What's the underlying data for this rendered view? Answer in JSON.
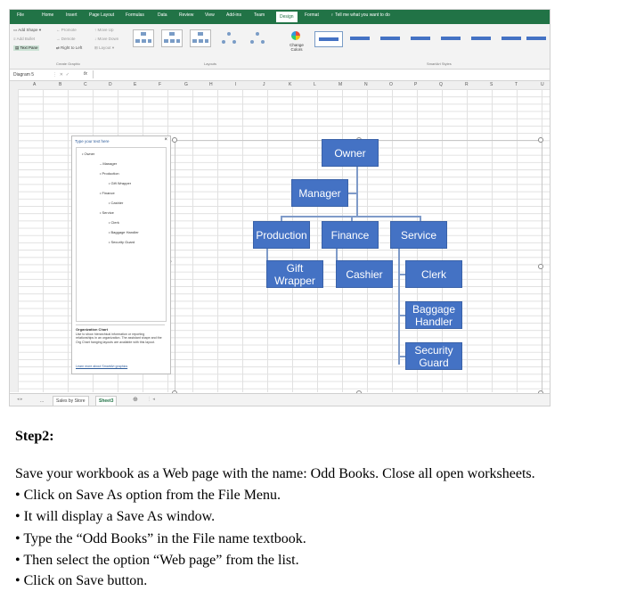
{
  "excel": {
    "ribbon_tabs": [
      "File",
      "Home",
      "Insert",
      "Page Layout",
      "Formulas",
      "Data",
      "Review",
      "View",
      "Add-ins",
      "Team",
      "Design",
      "Format"
    ],
    "tell_me": "Tell me what you want to do",
    "create_graphic": {
      "add_shape": "Add Shape",
      "add_bullet": "Add Bullet",
      "text_pane": "Text Pane",
      "promote": "Promote",
      "demote": "Demote",
      "right_to_left": "Right to Left",
      "move_up": "Move Up",
      "move_down": "Move Down",
      "layout": "Layout",
      "label": "Create Graphic"
    },
    "layouts_label": "Layouts",
    "change_colors": "Change Colors",
    "smartart_styles_label": "SmartArt Styles",
    "name_box": "Diagram 5",
    "fx": "fx",
    "columns": [
      "A",
      "B",
      "C",
      "D",
      "E",
      "F",
      "G",
      "H",
      "I",
      "J",
      "K",
      "L",
      "M",
      "N",
      "O",
      "P",
      "Q",
      "R",
      "S",
      "T",
      "U"
    ],
    "text_pane": {
      "title": "Type your text here",
      "close": "×",
      "items": [
        "Owner",
        "Manager",
        "Production",
        "Gift Wrapper",
        "Finance",
        "Cashier",
        "Service",
        "Clerk",
        "Baggage Handler",
        "Security Guard"
      ],
      "desc_title": "Organization Chart",
      "desc_body": "Use to show hierarchical information or reporting relationships in an organization. The assistant shape and the Org Chart hanging layouts are available with this layout.",
      "desc_link": "Learn more about SmartArt graphics"
    },
    "org_chart": {
      "owner": "Owner",
      "manager": "Manager",
      "production": "Production",
      "finance": "Finance",
      "service": "Service",
      "gift_wrapper": "Gift Wrapper",
      "cashier": "Cashier",
      "clerk": "Clerk",
      "baggage_handler": "Baggage Handler",
      "security_guard": "Security Guard"
    },
    "sheet_tabs": [
      "...",
      "Sales by Store",
      "Sheet3"
    ],
    "add_sheet": "⊕"
  },
  "doc": {
    "heading": "Step2:",
    "intro": "Save your workbook as a Web page with the name: Odd Books. Close all open worksheets.",
    "bullets": [
      "• Click on Save As option from the File Menu.",
      "• It will display a Save As window.",
      "• Type the “Odd Books” in the File name textbook.",
      "• Then select the option “Web page” from the list.",
      "• Click on Save button."
    ]
  },
  "colors": {
    "excel_green": "#217346",
    "smartart_blue": "#4472c4"
  }
}
